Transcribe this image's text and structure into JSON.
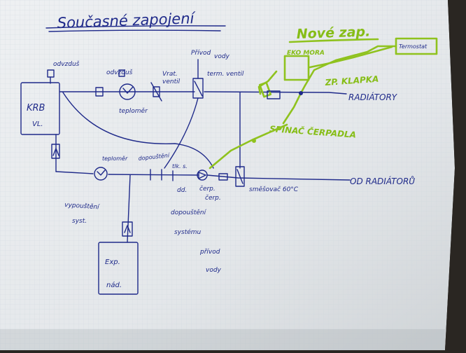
{
  "title": "Současné zapojení",
  "new_header": "Nové zap.",
  "labels": {
    "krb_line1": "KRB",
    "krb_line2": "VL.",
    "odvzdus_left": "odvzduš",
    "odvzdus_mid": "odvzduš",
    "teplomer_top": "teploměr",
    "teplomer_bottom": "teploměr",
    "vratny_ventil_1": "Vrat.",
    "vratny_ventil_2": "ventil",
    "privod_vody_1": "Přívod",
    "privod_vody_2": "vody",
    "term_ventil": "term. ventil",
    "vypousteni_1": "vypouštění",
    "vypousteni_2": "syst.",
    "dopousteni_top": "dopouštění",
    "term_s": "tlk. s.",
    "cerp_1": "čerp.",
    "cerp_2": "čerp.",
    "dopousteni_1": "dopouštění",
    "dopousteni_2": "systému",
    "dopousteni_3": "přívod",
    "dopousteni_4": "vody",
    "smesovac": "směšovač 60°C",
    "radiatory": "RADIÁTORY",
    "od_radiatoru": "OD RADIÁTORŮ",
    "exp_1": "Exp.",
    "exp_2": "nád."
  },
  "green_labels": {
    "termostat": "Termostat",
    "ekomora": "EKO MORA",
    "zp_klapka": "ZP. KLAPKA",
    "spinac_cerpadla": "SPÍNAČ ČERPADLA"
  },
  "colors": {
    "paper": "#e9ecef",
    "ink": "#1f2a8a",
    "green": "#8fc21e",
    "background": "#2a2622"
  }
}
